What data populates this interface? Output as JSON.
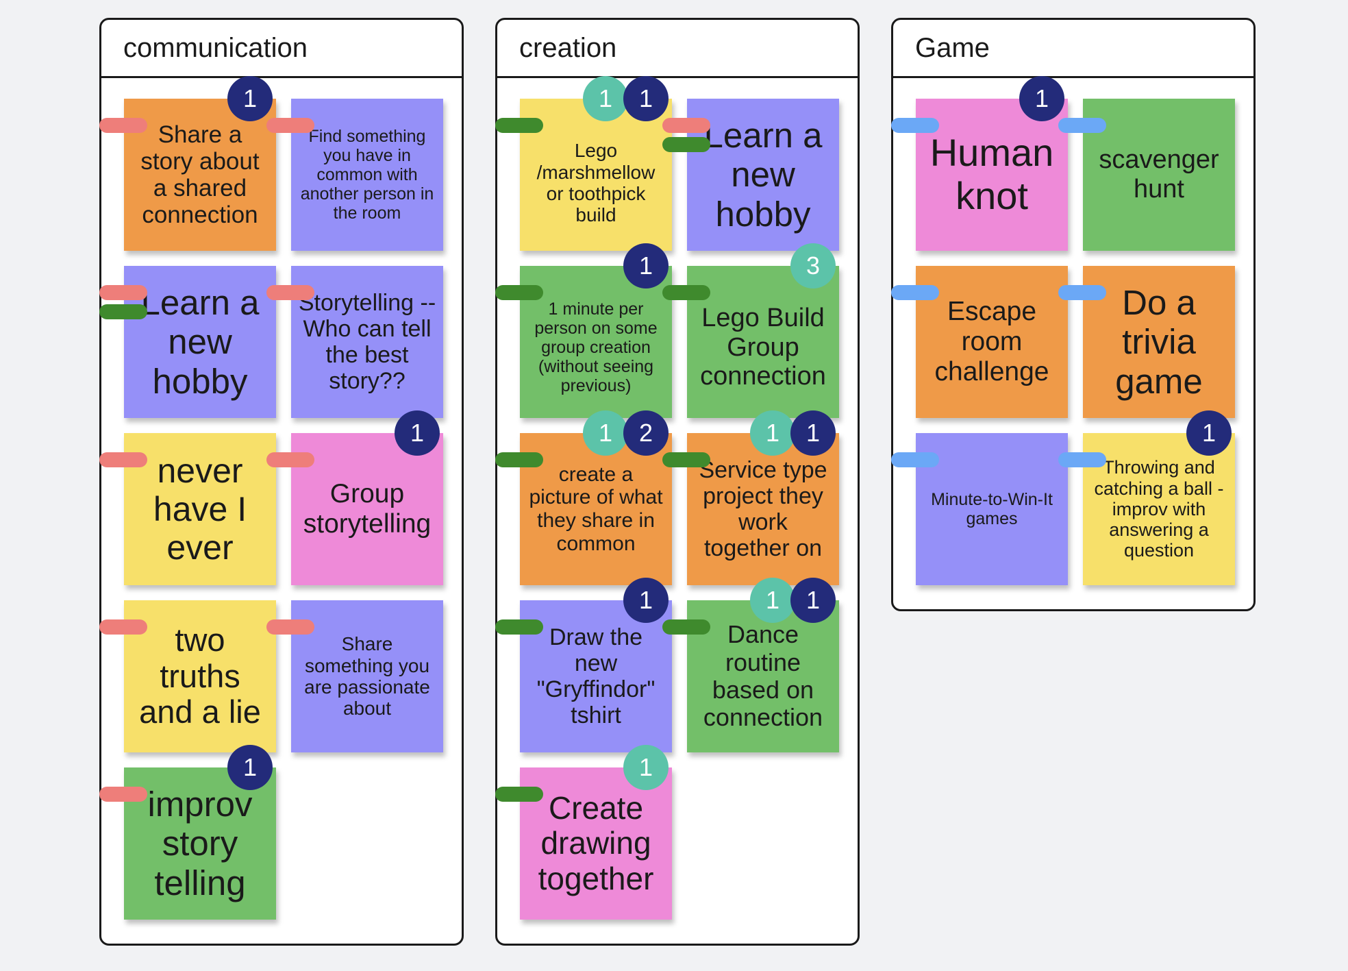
{
  "colors": {
    "orange": "#ef9a48",
    "purple": "#9590f8",
    "pink": "#ee8ad8",
    "yellow": "#f7e06a",
    "green": "#73bf69",
    "navy_badge": "#232b7a",
    "teal_badge": "#5cc3a9",
    "tag_red": "#ee7e7a",
    "tag_green": "#3f8a2d",
    "tag_blue": "#6ba8f6"
  },
  "columns": [
    {
      "title": "communication",
      "notes": [
        {
          "text": "Share a story about a shared connection",
          "color": "orange",
          "badges": [
            {
              "label": "1",
              "kind": "navy"
            }
          ],
          "tags": [
            "red"
          ]
        },
        {
          "text": "Find something you have in common with another person in the room",
          "color": "purple",
          "badges": [],
          "tags": [
            "red"
          ]
        },
        {
          "text": "Learn a new hobby",
          "color": "purple",
          "badges": [],
          "tags": [
            "red",
            "green"
          ]
        },
        {
          "text": "Storytelling -- Who can tell the best story??",
          "color": "purple",
          "badges": [],
          "tags": [
            "red"
          ]
        },
        {
          "text": "never have I ever",
          "color": "yellow",
          "badges": [],
          "tags": [
            "red"
          ]
        },
        {
          "text": "Group storytelling",
          "color": "pink",
          "badges": [
            {
              "label": "1",
              "kind": "navy"
            }
          ],
          "tags": [
            "red"
          ]
        },
        {
          "text": "two truths and a lie",
          "color": "yellow",
          "badges": [],
          "tags": [
            "red"
          ]
        },
        {
          "text": "Share something you are passionate about",
          "color": "purple",
          "badges": [],
          "tags": [
            "red"
          ]
        },
        {
          "text": "improv story telling",
          "color": "green",
          "badges": [
            {
              "label": "1",
              "kind": "navy"
            }
          ],
          "tags": [
            "red"
          ]
        }
      ]
    },
    {
      "title": "creation",
      "notes": [
        {
          "text": "Lego /marshmellow or toothpick build",
          "color": "yellow",
          "badges": [
            {
              "label": "1",
              "kind": "teal"
            },
            {
              "label": "1",
              "kind": "navy"
            }
          ],
          "tags": [
            "green"
          ]
        },
        {
          "text": "Learn a new hobby",
          "color": "purple",
          "badges": [],
          "tags": [
            "red",
            "green"
          ]
        },
        {
          "text": "1 minute per person on some group creation (without seeing previous)",
          "color": "green",
          "badges": [
            {
              "label": "1",
              "kind": "navy"
            }
          ],
          "tags": [
            "green"
          ]
        },
        {
          "text": "Lego Build Group connection",
          "color": "green",
          "badges": [
            {
              "label": "3",
              "kind": "teal"
            }
          ],
          "tags": [
            "green"
          ]
        },
        {
          "text": "create a picture of what they share in common",
          "color": "orange",
          "badges": [
            {
              "label": "1",
              "kind": "teal"
            },
            {
              "label": "2",
              "kind": "navy"
            }
          ],
          "tags": [
            "green"
          ]
        },
        {
          "text": "Service type project they work together on",
          "color": "orange",
          "badges": [
            {
              "label": "1",
              "kind": "teal"
            },
            {
              "label": "1",
              "kind": "navy"
            }
          ],
          "tags": [
            "green"
          ]
        },
        {
          "text": "Draw the new \"Gryffindor\" tshirt",
          "color": "purple",
          "badges": [
            {
              "label": "1",
              "kind": "navy"
            }
          ],
          "tags": [
            "green"
          ]
        },
        {
          "text": "Dance routine based on connection",
          "color": "green",
          "badges": [
            {
              "label": "1",
              "kind": "teal"
            },
            {
              "label": "1",
              "kind": "navy"
            }
          ],
          "tags": [
            "green"
          ]
        },
        {
          "text": "Create drawing together",
          "color": "pink",
          "badges": [
            {
              "label": "1",
              "kind": "teal"
            }
          ],
          "tags": [
            "green"
          ]
        }
      ]
    },
    {
      "title": "Game",
      "notes": [
        {
          "text": "Human knot",
          "color": "pink",
          "badges": [
            {
              "label": "1",
              "kind": "navy"
            }
          ],
          "tags": [
            "blue"
          ]
        },
        {
          "text": "scavenger hunt",
          "color": "green",
          "badges": [],
          "tags": [
            "blue"
          ]
        },
        {
          "text": "Escape room challenge",
          "color": "orange",
          "badges": [],
          "tags": [
            "blue"
          ]
        },
        {
          "text": "Do a trivia game",
          "color": "orange",
          "badges": [],
          "tags": [
            "blue"
          ]
        },
        {
          "text": "Minute-to-Win-It games",
          "color": "purple",
          "badges": [],
          "tags": [
            "blue"
          ]
        },
        {
          "text": "Throwing and catching a ball - improv with answering a question",
          "color": "yellow",
          "badges": [
            {
              "label": "1",
              "kind": "navy"
            }
          ],
          "tags": [
            "blue"
          ]
        }
      ]
    }
  ]
}
